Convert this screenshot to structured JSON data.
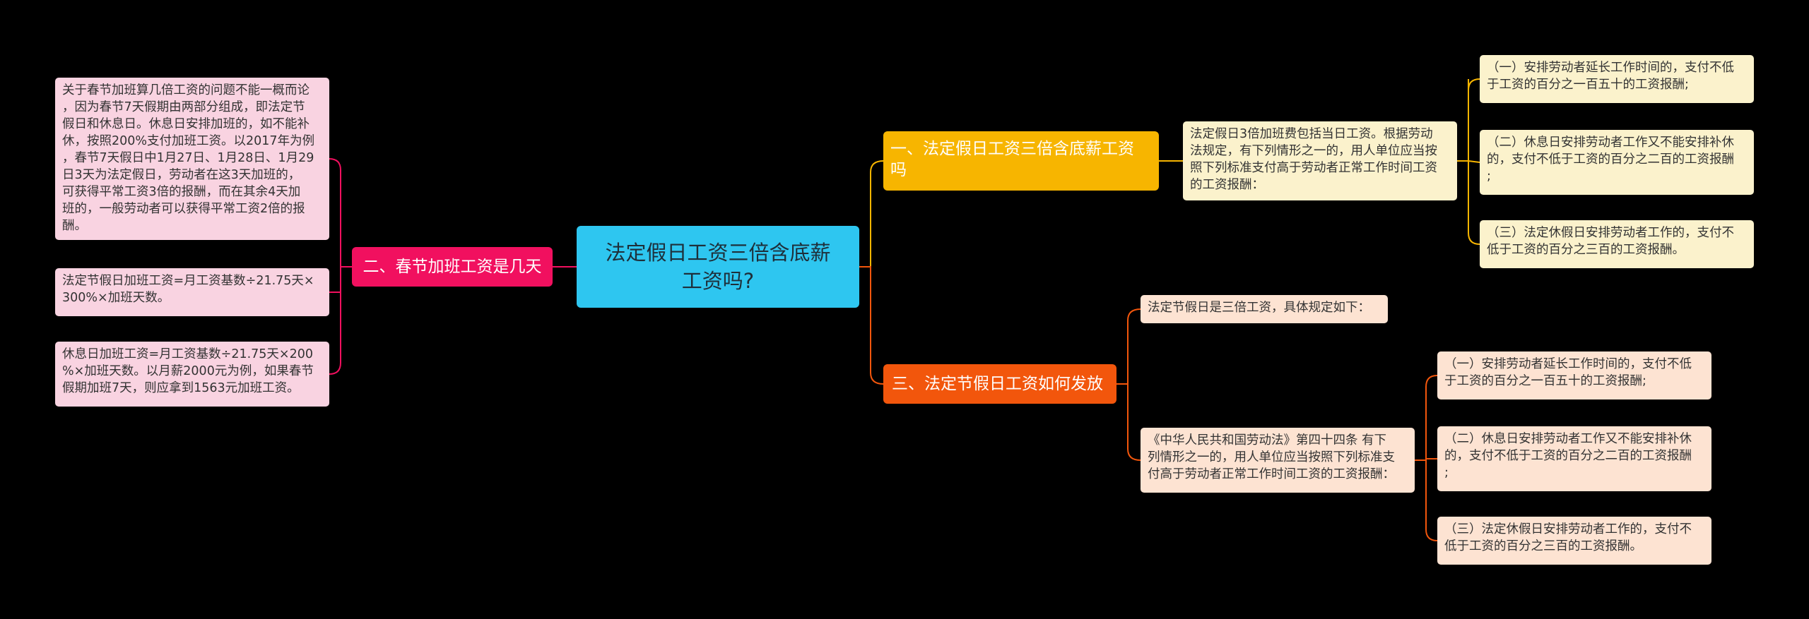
{
  "root": {
    "title": "法定假日工资三倍含底薪\n工资吗?"
  },
  "branches": {
    "b1": {
      "title": "一、法定假日工资三倍含底薪工资\n吗",
      "color": "#f7b500",
      "intro": "法定假日3倍加班费包括当日工资。根据劳动\n法规定，有下列情形之一的，用人单位应当按\n照下列标准支付高于劳动者正常工作时间工资\n的工资报酬：",
      "items": [
        "（一）安排劳动者延长工作时间的，支付不低\n于工资的百分之一百五十的工资报酬;",
        "（二）休息日安排劳动者工作又不能安排补休\n的，支付不低于工资的百分之二百的工资报酬\n;",
        "（三）法定休假日安排劳动者工作的，支付不\n低于工资的百分之三百的工资报酬。"
      ]
    },
    "b2": {
      "title": "二、春节加班工资是几天",
      "color": "#f1105f",
      "items": [
        "关于春节加班算几倍工资的问题不能一概而论\n，因为春节7天假期由两部分组成，即法定节\n假日和休息日。休息日安排加班的，如不能补\n休，按照200%支付加班工资。以2017年为例\n，春节7天假日中1月27日、1月28日、1月29\n日3天为法定假日，劳动者在这3天加班的，\n可获得平常工资3倍的报酬，而在其余4天加\n班的，一般劳动者可以获得平常工资2倍的报\n酬。",
        "法定节假日加班工资=月工资基数÷21.75天×\n300%×加班天数。",
        "休息日加班工资=月工资基数÷21.75天×200\n%×加班天数。以月薪2000元为例，如果春节\n假期加班7天，则应拿到1563元加班工资。"
      ]
    },
    "b3": {
      "title": "三、法定节假日工资如何发放",
      "color": "#f2560c",
      "first": "法定节假日是三倍工资，具体规定如下：",
      "law": "《中华人民共和国劳动法》第四十四条 有下\n列情形之一的，用人单位应当按照下列标准支\n付高于劳动者正常工作时间工资的工资报酬：",
      "items": [
        "（一）安排劳动者延长工作时间的，支付不低\n于工资的百分之一百五十的工资报酬;",
        "（二）休息日安排劳动者工作又不能安排补休\n的，支付不低于工资的百分之二百的工资报酬\n;",
        "（三）法定休假日安排劳动者工作的，支付不\n低于工资的百分之三百的工资报酬。"
      ]
    }
  },
  "edge_color_root": "#f2a60c"
}
